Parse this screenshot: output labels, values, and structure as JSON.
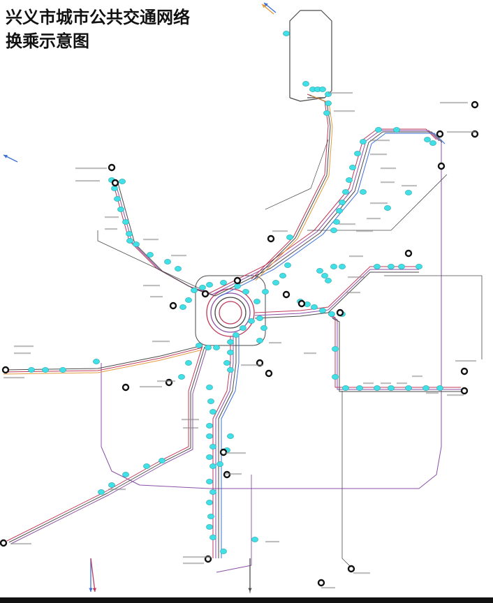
{
  "title": {
    "line1": "兴义市城市公共交通网络",
    "line2": "换乘示意图"
  },
  "colors": {
    "background": "#ffffff",
    "title_text": "#111111",
    "stop_marker": "#40e0e6",
    "terminal_marker": "#111111",
    "route_red": "#c0395a",
    "route_purple": "#8a4fa8",
    "route_gray": "#4a4a4a",
    "route_orange": "#e39a3c",
    "route_blue": "#3b6fd6"
  },
  "icons": {
    "stop": "cyan-circle",
    "terminal": "black-ring-circle",
    "direction": "arrow"
  }
}
